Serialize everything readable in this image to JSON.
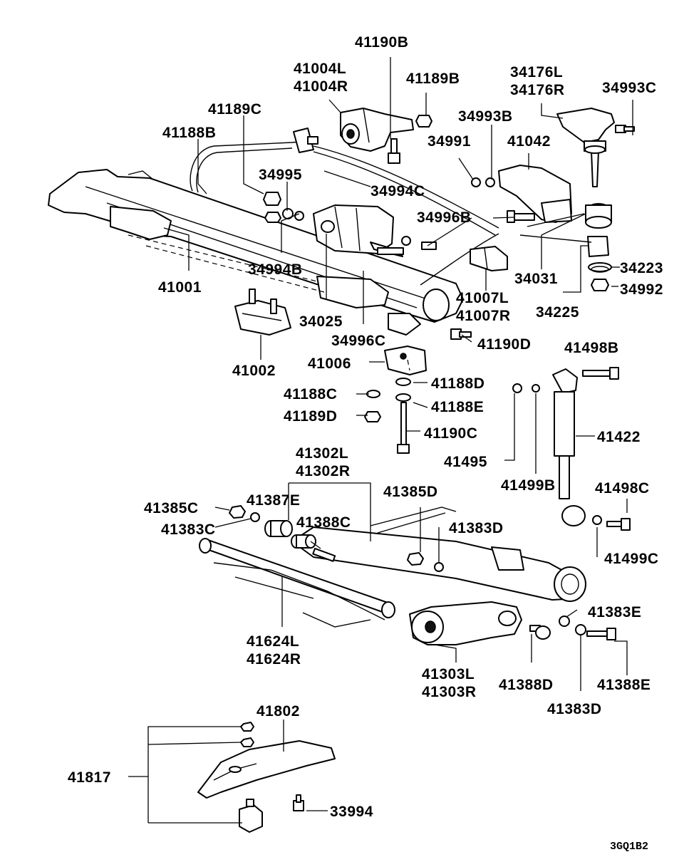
{
  "diagram_code": "3GQ1B2",
  "labels": {
    "p41190B": "41190B",
    "p41004L": "41004L",
    "p41004R": "41004R",
    "p41189B": "41189B",
    "p34176L": "34176L",
    "p34176R": "34176R",
    "p34993C": "34993C",
    "p41189C": "41189C",
    "p34993B": "34993B",
    "p41188B": "41188B",
    "p34991": "34991",
    "p41042": "41042",
    "p34995": "34995",
    "p34994C": "34994C",
    "p34996B": "34996B",
    "p34994B": "34994B",
    "p34223": "34223",
    "p41001": "41001",
    "p34031": "34031",
    "p34992": "34992",
    "p41007L": "41007L",
    "p41007R": "41007R",
    "p34025": "34025",
    "p34225": "34225",
    "p34996C": "34996C",
    "p41190D": "41190D",
    "p41002": "41002",
    "p41498B": "41498B",
    "p41006": "41006",
    "p41188D": "41188D",
    "p41188C": "41188C",
    "p41188E": "41188E",
    "p41189D": "41189D",
    "p41422": "41422",
    "p41190C": "41190C",
    "p41302L": "41302L",
    "p41495": "41495",
    "p41302R": "41302R",
    "p41499B": "41499B",
    "p41385C": "41385C",
    "p41387E": "41387E",
    "p41385D": "41385D",
    "p41498C": "41498C",
    "p41383C": "41383C",
    "p41388C": "41388C",
    "p41383D_top": "41383D",
    "p41499C": "41499C",
    "p41383E": "41383E",
    "p41624L": "41624L",
    "p41624R": "41624R",
    "p41303L": "41303L",
    "p41303R": "41303R",
    "p41388D": "41388D",
    "p41388E": "41388E",
    "p41383D_bot": "41383D",
    "p41802": "41802",
    "p41817": "41817",
    "p33994": "33994"
  }
}
